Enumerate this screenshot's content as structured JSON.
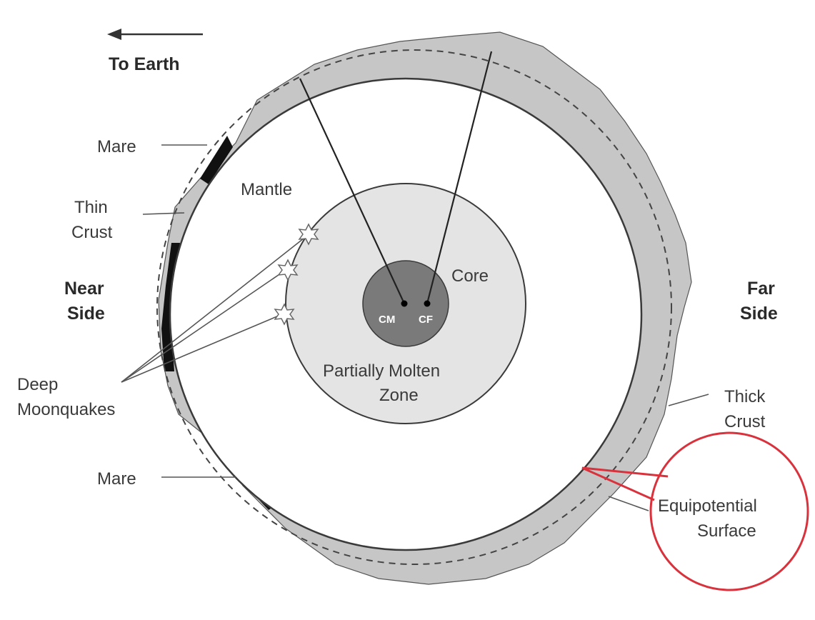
{
  "diagram": {
    "direction": {
      "to_earth": "To Earth"
    },
    "sides": {
      "near_line1": "Near",
      "near_line2": "Side",
      "far_line1": "Far",
      "far_line2": "Side"
    },
    "labels": {
      "mare_top": "Mare",
      "mare_bottom": "Mare",
      "thin_crust_line1": "Thin",
      "thin_crust_line2": "Crust",
      "mantle": "Mantle",
      "core": "Core",
      "cm": "CM",
      "cf": "CF",
      "molten_line1": "Partially Molten",
      "molten_line2": "Zone",
      "moonquakes_line1": "Deep",
      "moonquakes_line2": "Moonquakes",
      "thick_crust_line1": "Thick",
      "thick_crust_line2": "Crust",
      "equipotential_line1": "Equipotential",
      "equipotential_line2": "Surface"
    },
    "colors": {
      "crust": "#c6c6c6",
      "mare": "#111111",
      "mantle": "#ffffff",
      "molten_zone": "#e4e4e4",
      "core": "#7a7a7a",
      "outline": "#3a3a3a",
      "highlight": "#d9323c"
    }
  }
}
